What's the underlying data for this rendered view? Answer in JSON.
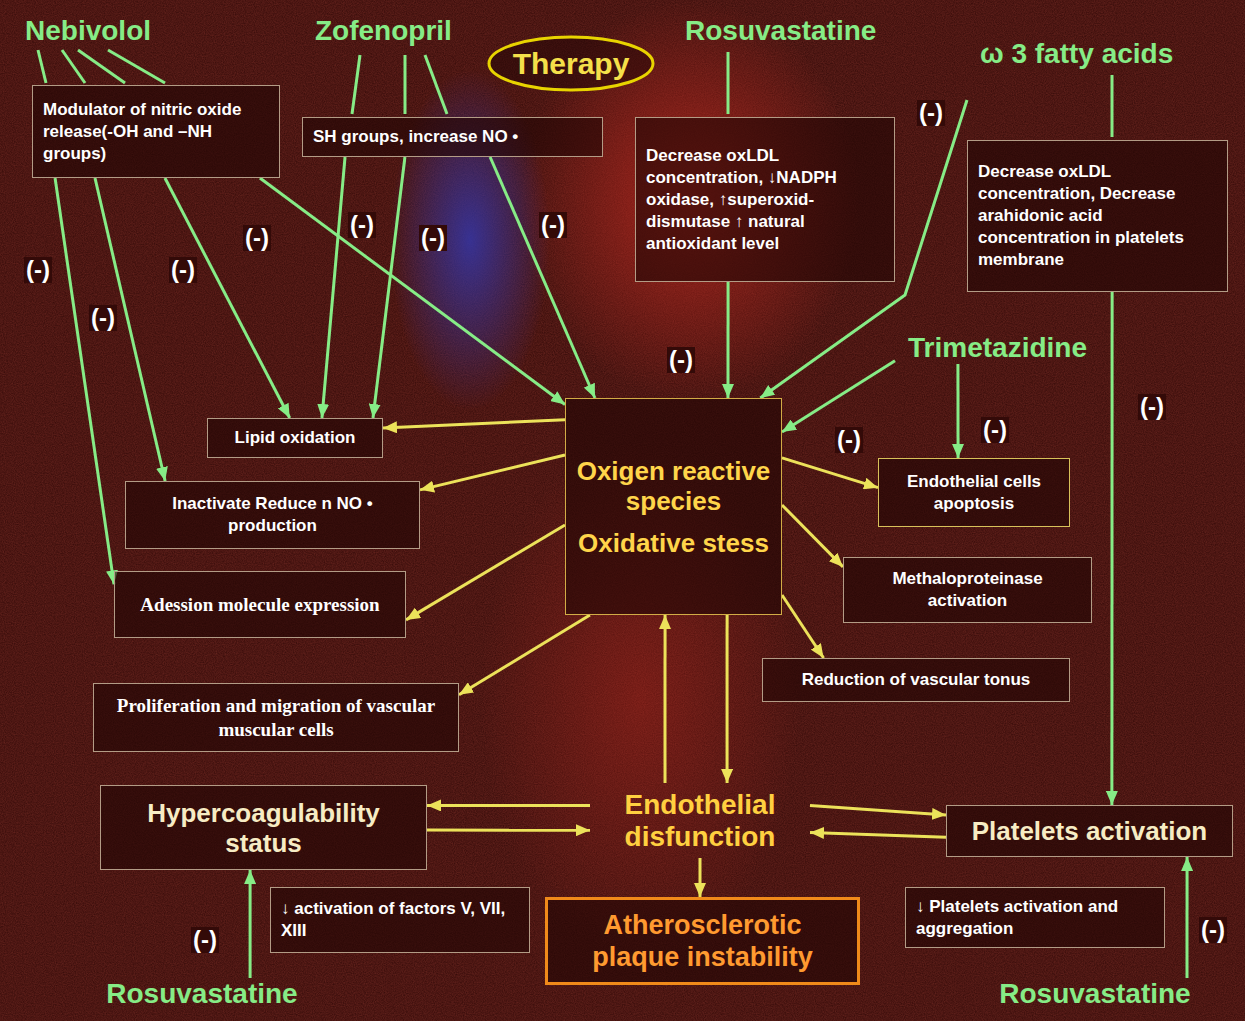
{
  "diagram": {
    "nodes": [
      {
        "text": [
          "Nebivolol",
          "Modulator of nitric oxide release(-OH and –NH groups)"
        ]
      },
      {
        "text": [
          "Zofenopril",
          "SH groups, increase NO •"
        ]
      },
      {
        "text": [
          "Therapy"
        ]
      },
      {
        "text": [
          "Rosuvastatine",
          "Decrease oxLDL concentration, ↓NADPH oxidase, ↑superoxid- dismutase ↑ natural antioxidant level"
        ]
      },
      {
        "text": [
          "ω 3 fatty acids",
          "Decrease oxLDL concentration, Decrease arahidonic acid concentration in platelets membrane"
        ]
      },
      {
        "text": [
          "Trimetazidine"
        ]
      },
      {
        "text": [
          "Lipid oxidation"
        ]
      },
      {
        "text": [
          "Oxigen reactive species",
          "Oxidative stess"
        ]
      },
      {
        "text": [
          "Endothelial cells apoptosis"
        ]
      },
      {
        "text": [
          "Inactivate Reduce n NO • production"
        ]
      },
      {
        "text": [
          "Adession molecule expression"
        ]
      },
      {
        "text": [
          "Methaloproteinase activation"
        ]
      },
      {
        "text": [
          "Reduction of vascular tonus"
        ]
      },
      {
        "text": [
          "Proliferation and migration of vascular muscular cells"
        ]
      },
      {
        "text": [
          "Hypercoagulability status"
        ]
      },
      {
        "text": [
          "Endothelial disfunction"
        ]
      },
      {
        "text": [
          "Platelets activation"
        ]
      },
      {
        "text": [
          "↓ activation of factors V, VII, XIII"
        ]
      },
      {
        "text": [
          "Atherosclerotic plaque instability"
        ]
      },
      {
        "text": [
          "↓ Platelets activation and aggregation"
        ]
      },
      {
        "text": [
          "Rosuvastatine"
        ]
      },
      {
        "text": [
          "Rosuvastatine"
        ]
      }
    ],
    "edges": [
      {
        "from": 0,
        "to": 10,
        "arrow": "to",
        "label": "(-)"
      },
      {
        "from": 0,
        "to": 9,
        "arrow": "to",
        "label": "(-)"
      },
      {
        "from": 0,
        "to": 6,
        "arrow": "to",
        "label": "(-)"
      },
      {
        "from": 0,
        "to": 7,
        "arrow": "to",
        "label": "(-)"
      },
      {
        "from": 1,
        "to": 6,
        "arrow": "to",
        "label": "(-)"
      },
      {
        "from": 1,
        "to": 6,
        "arrow": "to",
        "label": "(-)"
      },
      {
        "from": 1,
        "to": 7,
        "arrow": "to",
        "label": "(-)"
      },
      {
        "from": 3,
        "to": 7,
        "arrow": "to",
        "label": "(-)"
      },
      {
        "from": 4,
        "to": 7,
        "arrow": "to",
        "label": "(-)"
      },
      {
        "from": 4,
        "to": 16,
        "arrow": "to",
        "label": "(-)"
      },
      {
        "from": 5,
        "to": 7,
        "arrow": "to",
        "label": "(-)"
      },
      {
        "from": 5,
        "to": 8,
        "arrow": "to",
        "label": "(-)"
      },
      {
        "from": 20,
        "to": 14,
        "arrow": "to",
        "label": "(-)"
      },
      {
        "from": 21,
        "to": 16,
        "arrow": "to",
        "label": "(-)"
      },
      {
        "from": 7,
        "to": 6,
        "arrow": "to"
      },
      {
        "from": 7,
        "to": 9,
        "arrow": "to"
      },
      {
        "from": 7,
        "to": 10,
        "arrow": "to"
      },
      {
        "from": 7,
        "to": 13,
        "arrow": "to"
      },
      {
        "from": 7,
        "to": 8,
        "arrow": "to"
      },
      {
        "from": 7,
        "to": 11,
        "arrow": "to"
      },
      {
        "from": 7,
        "to": 12,
        "arrow": "to"
      },
      {
        "from": 15,
        "to": 7,
        "arrow": "to"
      },
      {
        "from": 7,
        "to": 15,
        "arrow": "to"
      },
      {
        "from": 15,
        "to": 14,
        "arrow": "to"
      },
      {
        "from": 14,
        "to": 15,
        "arrow": "to"
      },
      {
        "from": 15,
        "to": 16,
        "arrow": "to"
      },
      {
        "from": 16,
        "to": 15,
        "arrow": "to"
      },
      {
        "from": 15,
        "to": 18,
        "arrow": "to"
      }
    ]
  }
}
